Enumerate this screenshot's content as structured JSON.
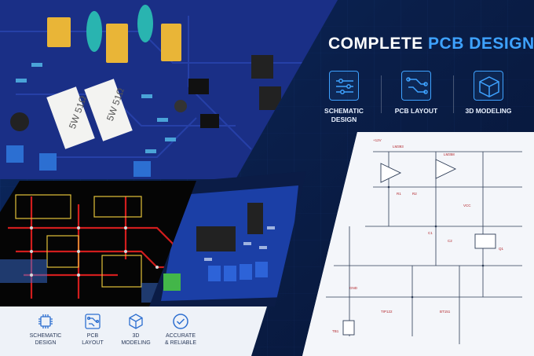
{
  "title": {
    "main": "COMPLETE",
    "accent": "PCB DESIGN"
  },
  "features": [
    {
      "icon": "schematic-icon",
      "label_line1": "SCHEMATIC",
      "label_line2": "DESIGN"
    },
    {
      "icon": "pcb-layout-icon",
      "label_line1": "PCB LAYOUT",
      "label_line2": ""
    },
    {
      "icon": "3d-cube-icon",
      "label_line1": "3D MODELING",
      "label_line2": ""
    }
  ],
  "bottom_items": [
    {
      "icon": "chip-icon",
      "line1": "SCHEMATIC",
      "line2": "DESIGN"
    },
    {
      "icon": "pcb-icon",
      "line1": "PCB",
      "line2": "LAYOUT"
    },
    {
      "icon": "cube-icon",
      "line1": "3D",
      "line2": "MODELING"
    },
    {
      "icon": "check-circle-icon",
      "line1": "ACCURATE",
      "line2": "& RELIABLE"
    }
  ],
  "board_labels": {
    "resistor_1": "5W 51Ω",
    "resistor_2": "5W 51Ω"
  },
  "schematic_labels": [
    "LM393",
    "LM358",
    "+12V",
    "VCC",
    "GND",
    "R1",
    "R2",
    "C1",
    "C2",
    "Q1",
    "TB1",
    "TIP122",
    "BT151"
  ],
  "colors": {
    "accent": "#3ea2ff",
    "background": "#0a1f4a",
    "board": "#1a2f86",
    "silkscreen": "#ffffff"
  }
}
